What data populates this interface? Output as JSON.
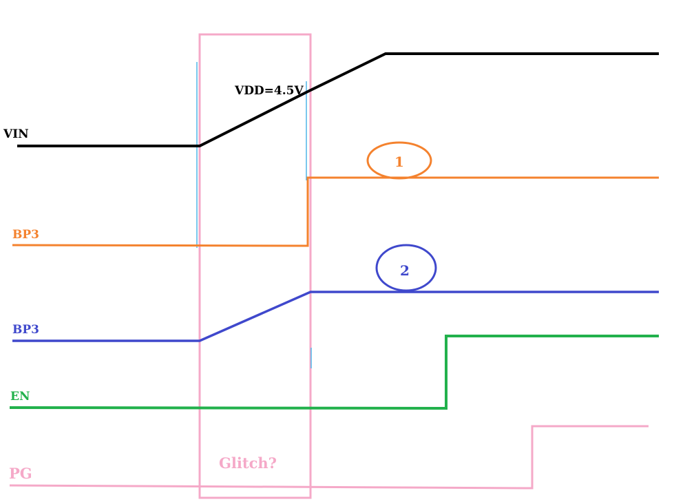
{
  "diagram": {
    "colors": {
      "background": "#ffffff",
      "vin": "#000000",
      "bp3_orange": "#f4822e",
      "bp3_blue": "#3f48cc",
      "en": "#22b14c",
      "pg": "#f5a9c8",
      "guide_line": "#4fb6e8"
    },
    "signals": {
      "vin": {
        "label": "VIN"
      },
      "bp3_orange": {
        "label": "BP3"
      },
      "bp3_blue": {
        "label": "BP3"
      },
      "en": {
        "label": "EN"
      },
      "pg": {
        "label": "PG"
      }
    },
    "annotations": {
      "vdd": "VDD=4.5V",
      "glitch": "Glitch?",
      "marker_1": "1",
      "marker_2": "2"
    }
  }
}
